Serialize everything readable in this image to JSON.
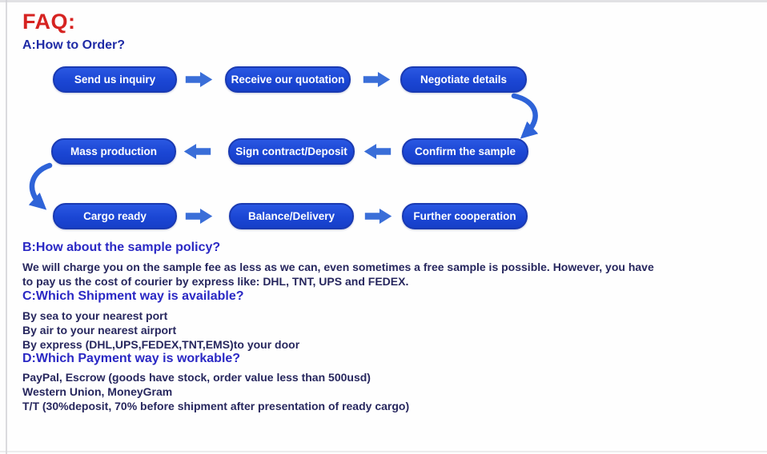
{
  "page": {
    "title": "FAQ:"
  },
  "colors": {
    "title_red": "#d62321",
    "heading_blue": "#2a28c4",
    "heading_a_blue": "#1f2ba6",
    "body_navy": "#27275e",
    "button_fill": "#1b46d4",
    "button_border": "#1a3ab2",
    "button_text": "#ffffff",
    "arrow_blue": "#3a6ed8"
  },
  "faq": {
    "a": {
      "heading": "A:How to Order?"
    },
    "flow": {
      "rows": [
        {
          "direction": "right",
          "steps": [
            "Send us inquiry",
            "Receive our quotation",
            "Negotiate details"
          ]
        },
        {
          "direction": "left",
          "steps": [
            "Mass production",
            "Sign contract/Deposit",
            "Confirm the sample"
          ]
        },
        {
          "direction": "right",
          "steps": [
            "Cargo ready",
            "Balance/Delivery",
            "Further cooperation"
          ]
        }
      ]
    },
    "b": {
      "heading": "B:How about the sample policy?",
      "lines": [
        "We will charge you on the sample fee as less as we can, even sometimes a free sample is possible. However, you have",
        "to pay us the cost of courier by express like: DHL, TNT, UPS and FEDEX."
      ]
    },
    "c": {
      "heading": "C:Which Shipment way is available?",
      "lines": [
        "By sea to your nearest port",
        "By air to your nearest airport",
        "By express (DHL,UPS,FEDEX,TNT,EMS)to your door"
      ]
    },
    "d": {
      "heading": "D:Which Payment way is workable?",
      "lines": [
        "PayPal, Escrow (goods have stock, order value less than 500usd)",
        "Western Union, MoneyGram",
        "T/T (30%deposit, 70% before shipment after presentation of ready cargo)"
      ]
    }
  }
}
